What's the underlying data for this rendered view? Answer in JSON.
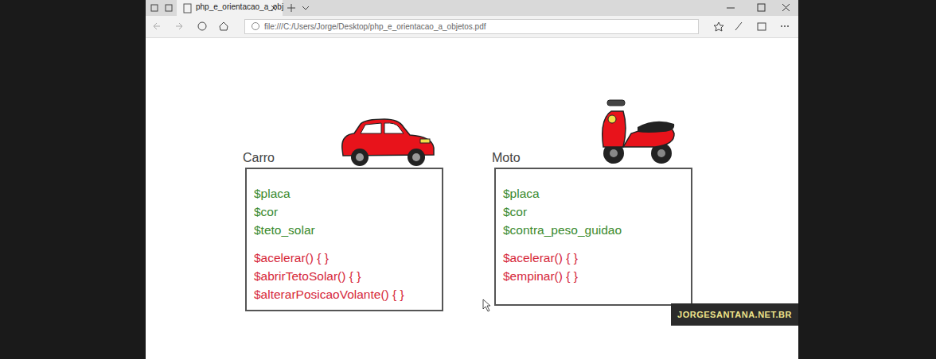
{
  "diagram": {
    "nodes": [
      {
        "text": [
          "Carro",
          "$placa",
          "$cor",
          "$teto_solar",
          "$acelerar() { }",
          "$abrirTetoSolar() { }",
          "$alterarPosicaoVolante() { }"
        ]
      },
      {
        "text": [
          "Moto",
          "$placa",
          "$cor",
          "$contra_peso_guidao",
          "$acelerar() { }",
          "$empinar() { }"
        ]
      }
    ],
    "labels": [
      "php_e_orientacao_a_obj",
      "file:///C:/Users/Jorge/Desktop/php_e_orientacao_a_objetos.pdf",
      "JORGESANTANA.NET.BR"
    ]
  }
}
